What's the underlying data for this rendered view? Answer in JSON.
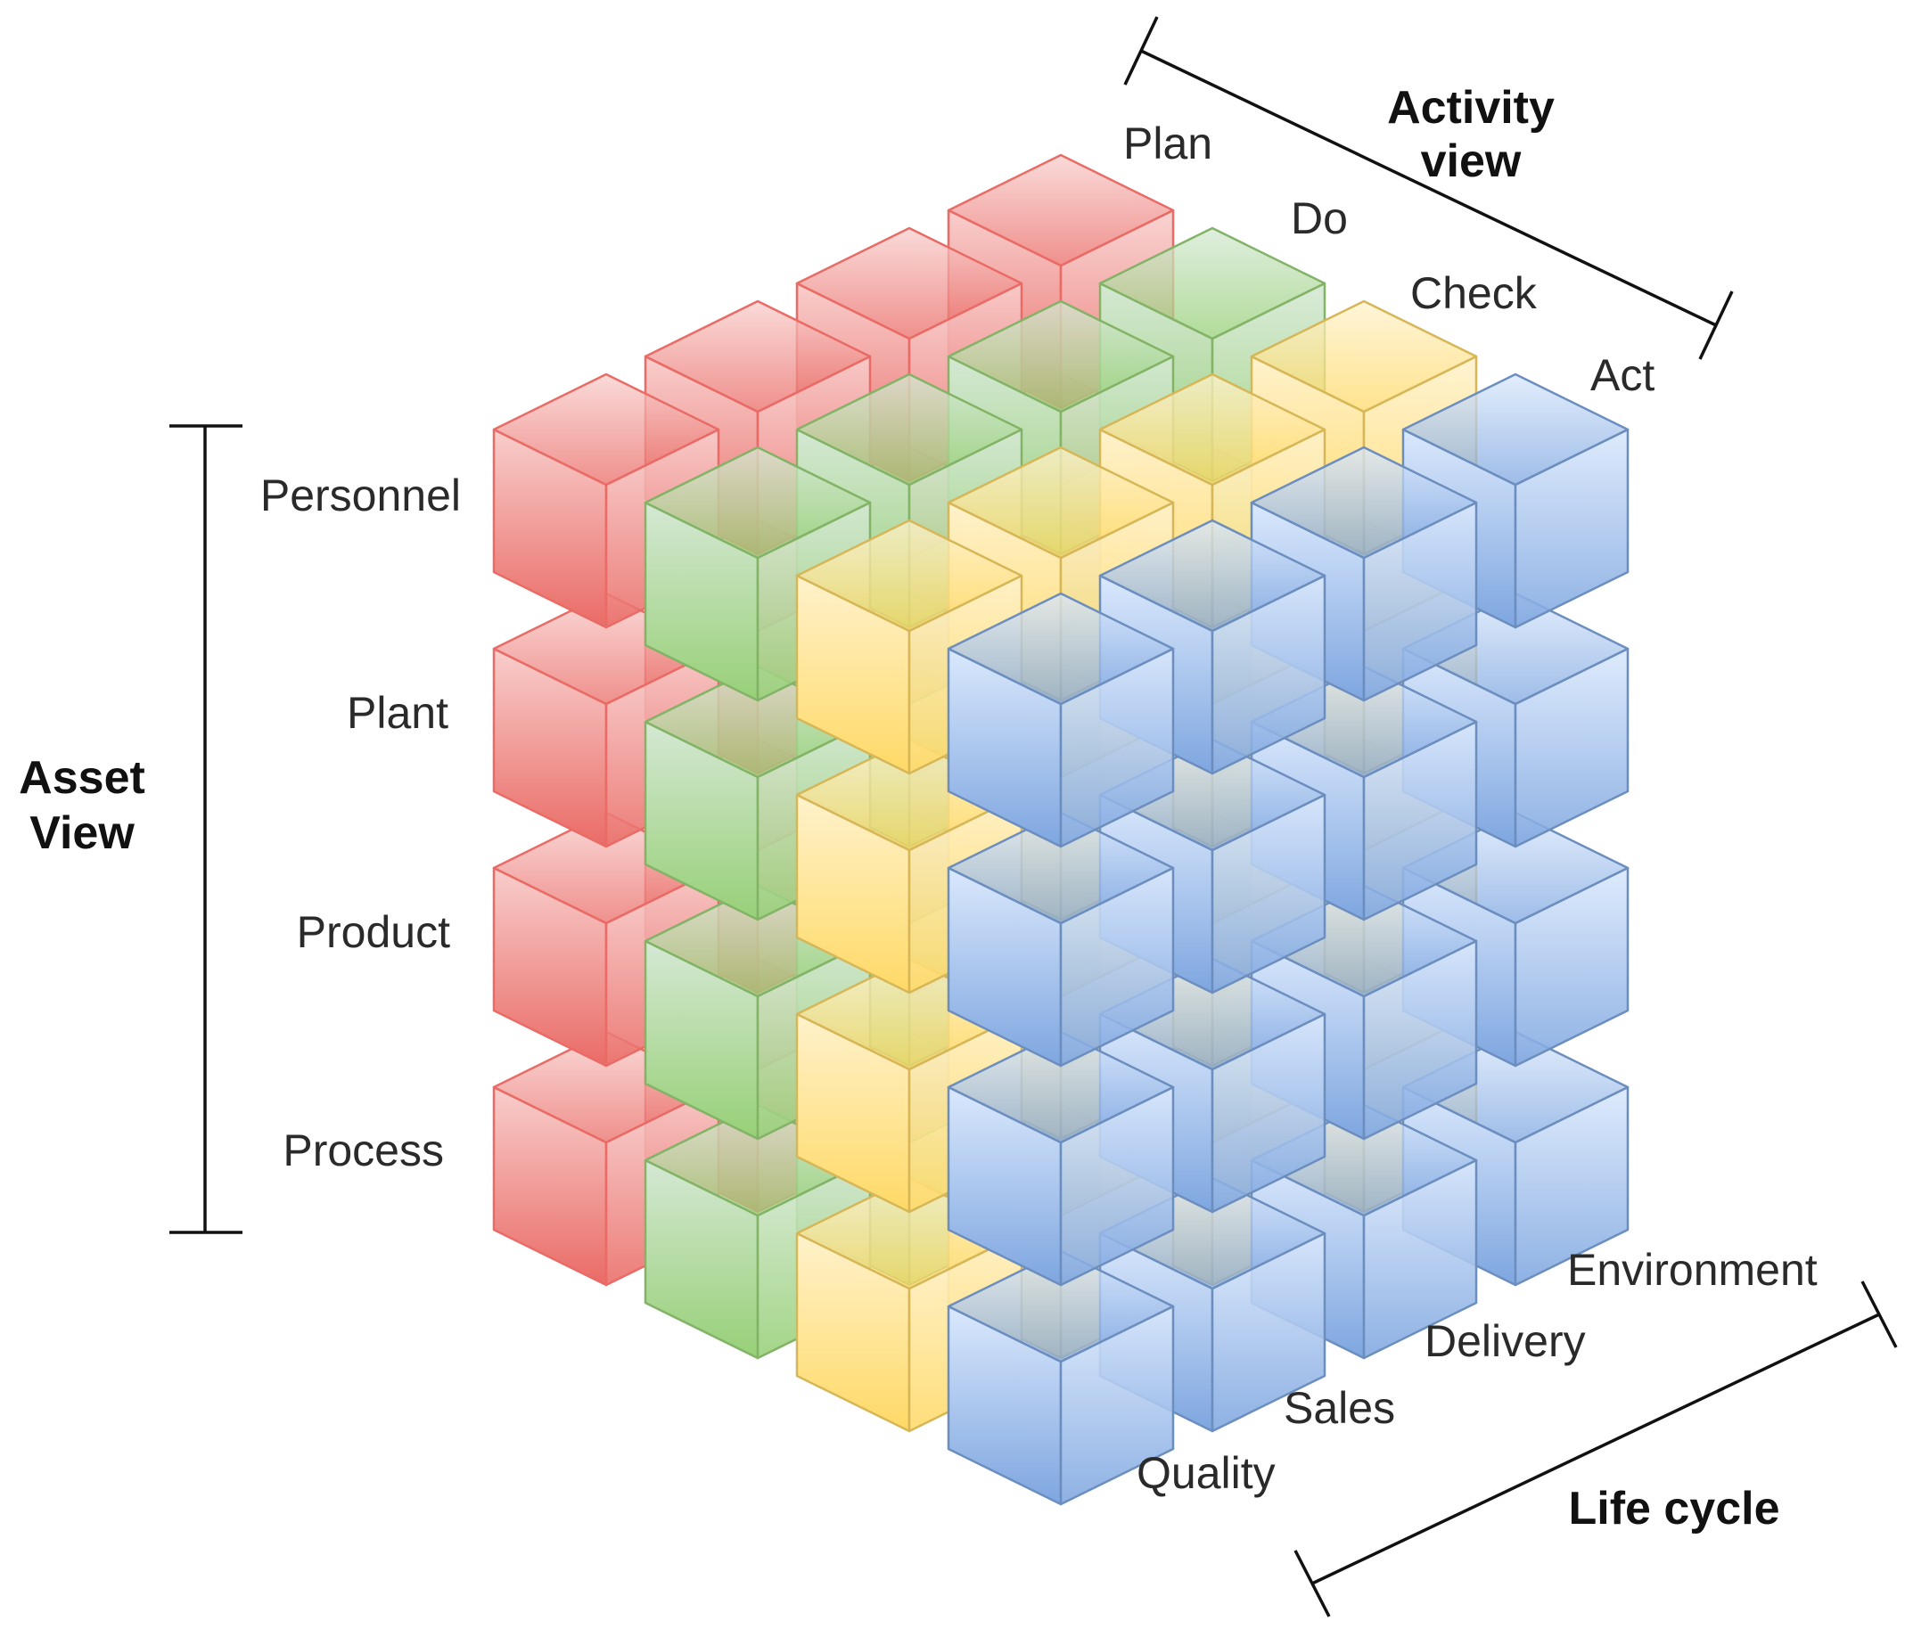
{
  "colors": {
    "plan": "#ea6b66",
    "do": "#82b366",
    "check": "#d6b656",
    "act": "#6c8ebf",
    "text": "#2a2a2a"
  },
  "asset_view": {
    "title_line1": "Asset",
    "title_line2": "View",
    "rows": [
      "Personnel",
      "Plant",
      "Product",
      "Process"
    ]
  },
  "activity_view": {
    "title_line1": "Activity",
    "title_line2": "view",
    "stages": [
      "Plan",
      "Do",
      "Check",
      "Act"
    ]
  },
  "life_cycle": {
    "title": "Life cycle",
    "items": [
      "Quality",
      "Sales",
      "Delivery",
      "Environment"
    ]
  }
}
